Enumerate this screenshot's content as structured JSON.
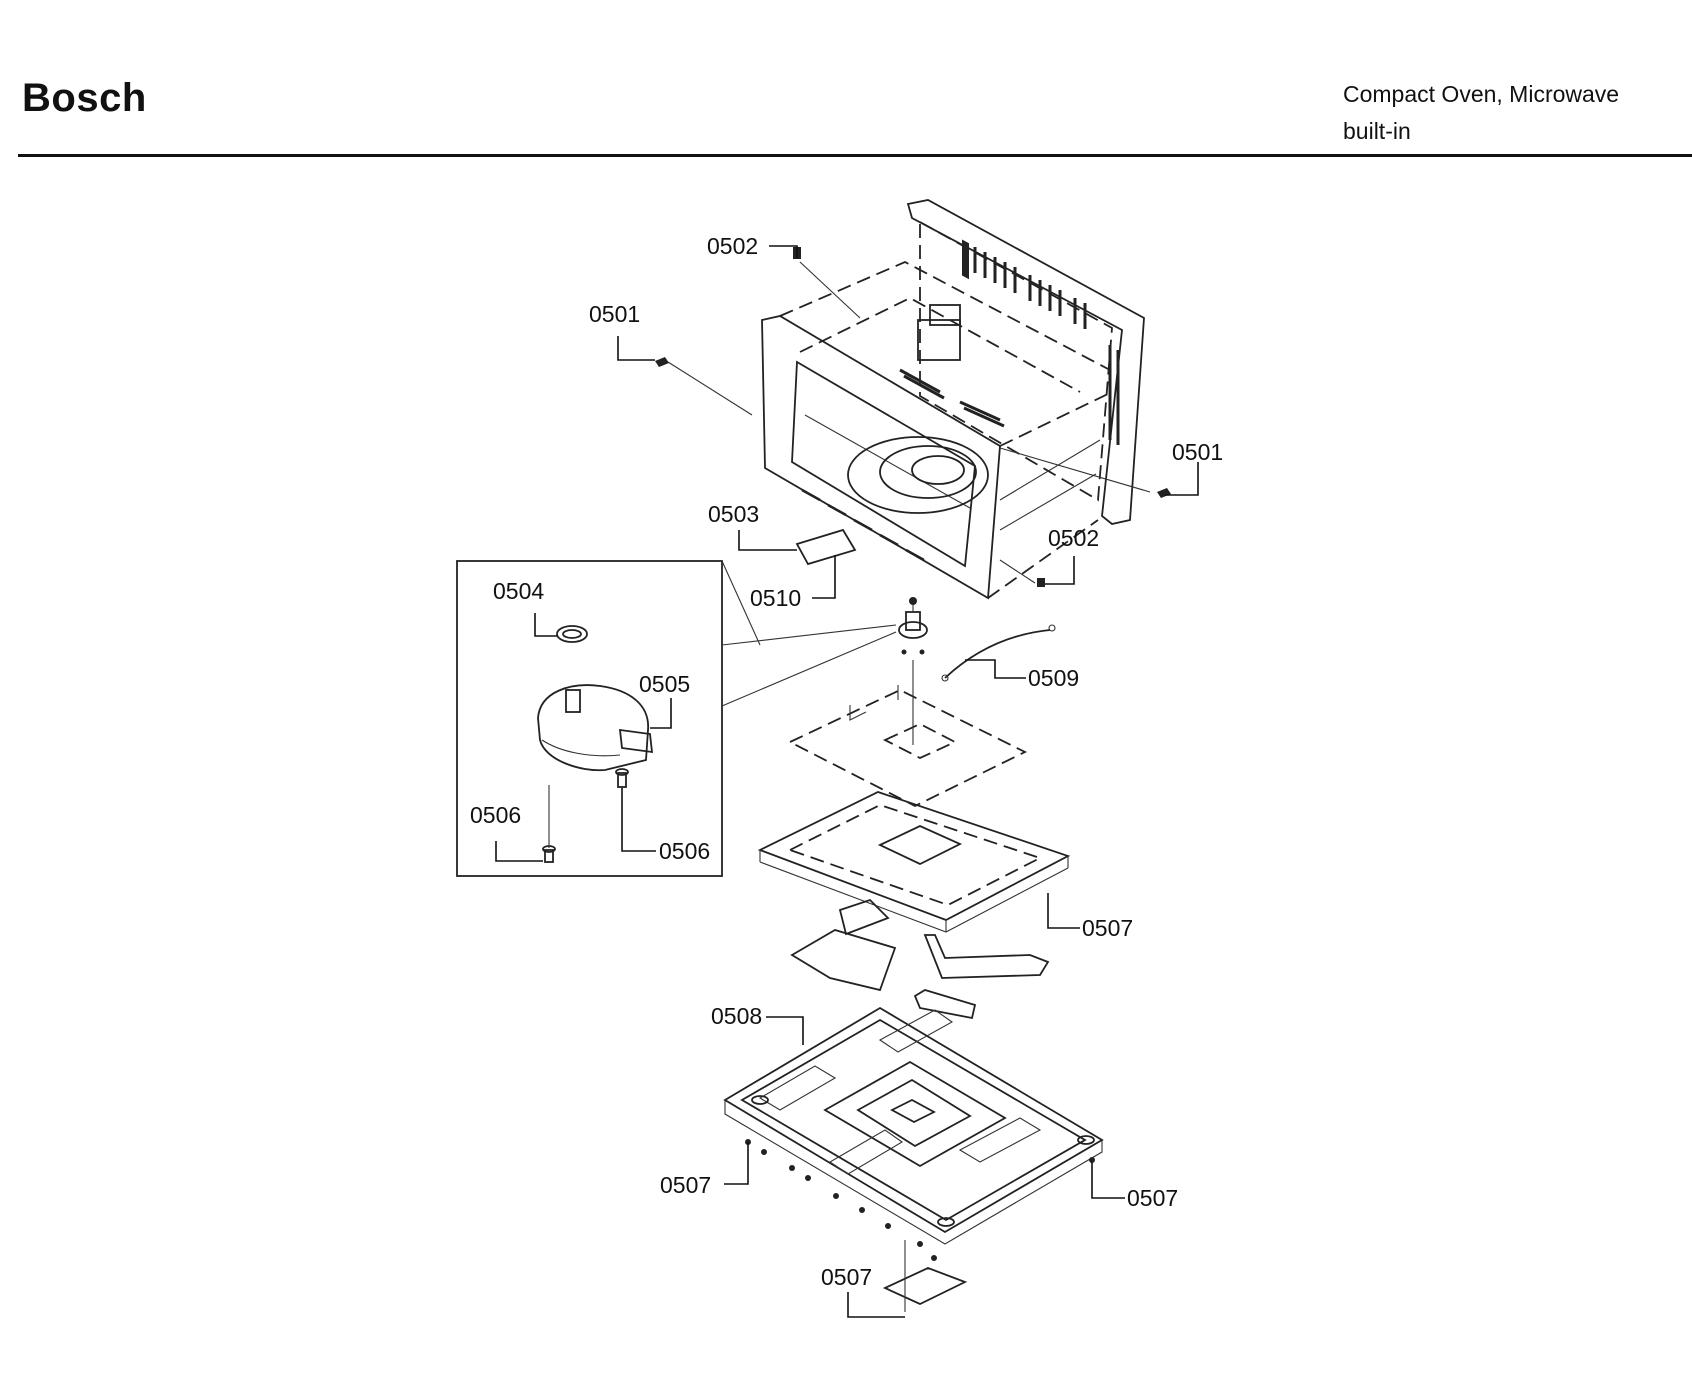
{
  "header": {
    "brand": "Bosch",
    "subtitle_line1": "Compact Oven, Microwave",
    "subtitle_line2": "built-in"
  },
  "callouts": {
    "c0501_a": "0501",
    "c0501_b": "0501",
    "c0502_a": "0502",
    "c0502_b": "0502",
    "c0503": "0503",
    "c0504": "0504",
    "c0505": "0505",
    "c0506_a": "0506",
    "c0506_b": "0506",
    "c0507_a": "0507",
    "c0507_b": "0507",
    "c0507_c": "0507",
    "c0507_d": "0507",
    "c0508": "0508",
    "c0509": "0509",
    "c0510": "0510"
  }
}
